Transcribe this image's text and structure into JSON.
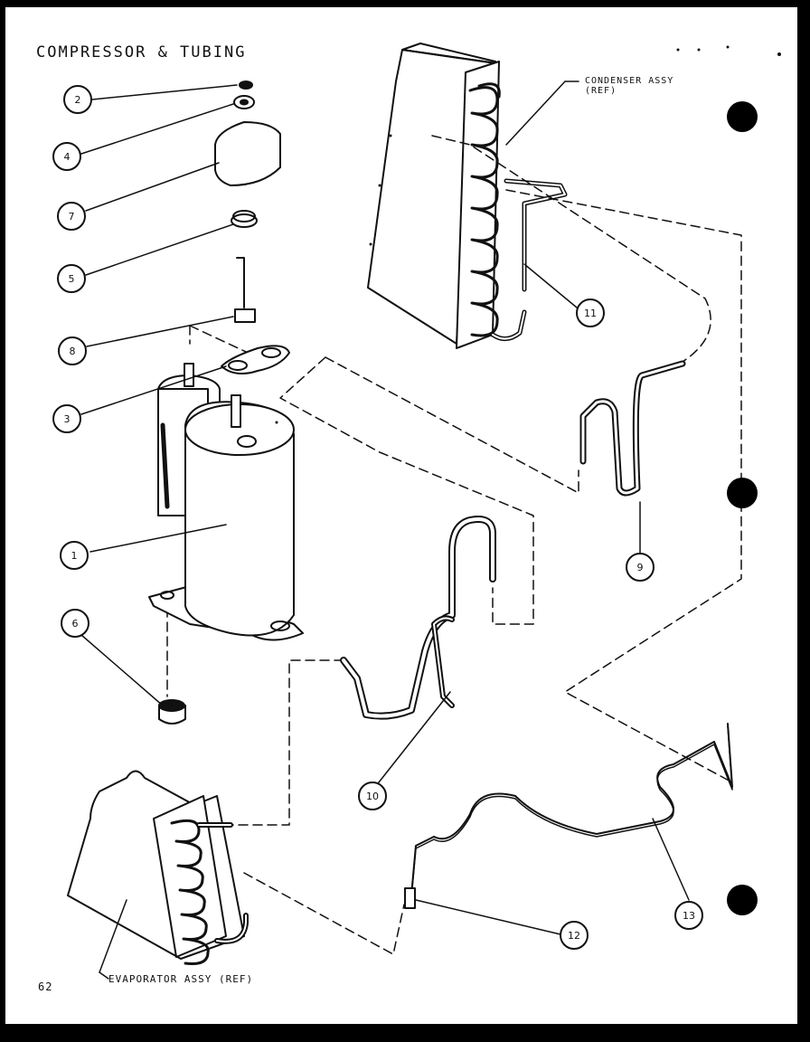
{
  "title": "COMPRESSOR & TUBING",
  "labels": {
    "condenser_line1": "CONDENSER ASSY",
    "condenser_line2": "(REF)",
    "evaporator": "EVAPORATOR ASSY (REF)",
    "page_number": "62"
  },
  "callouts": [
    "2",
    "4",
    "7",
    "5",
    "8",
    "3",
    "1",
    "6",
    "11",
    "9",
    "10",
    "12",
    "13"
  ],
  "colors": {
    "ink": "#111111",
    "paper": "#ffffff",
    "background": "#000000"
  }
}
